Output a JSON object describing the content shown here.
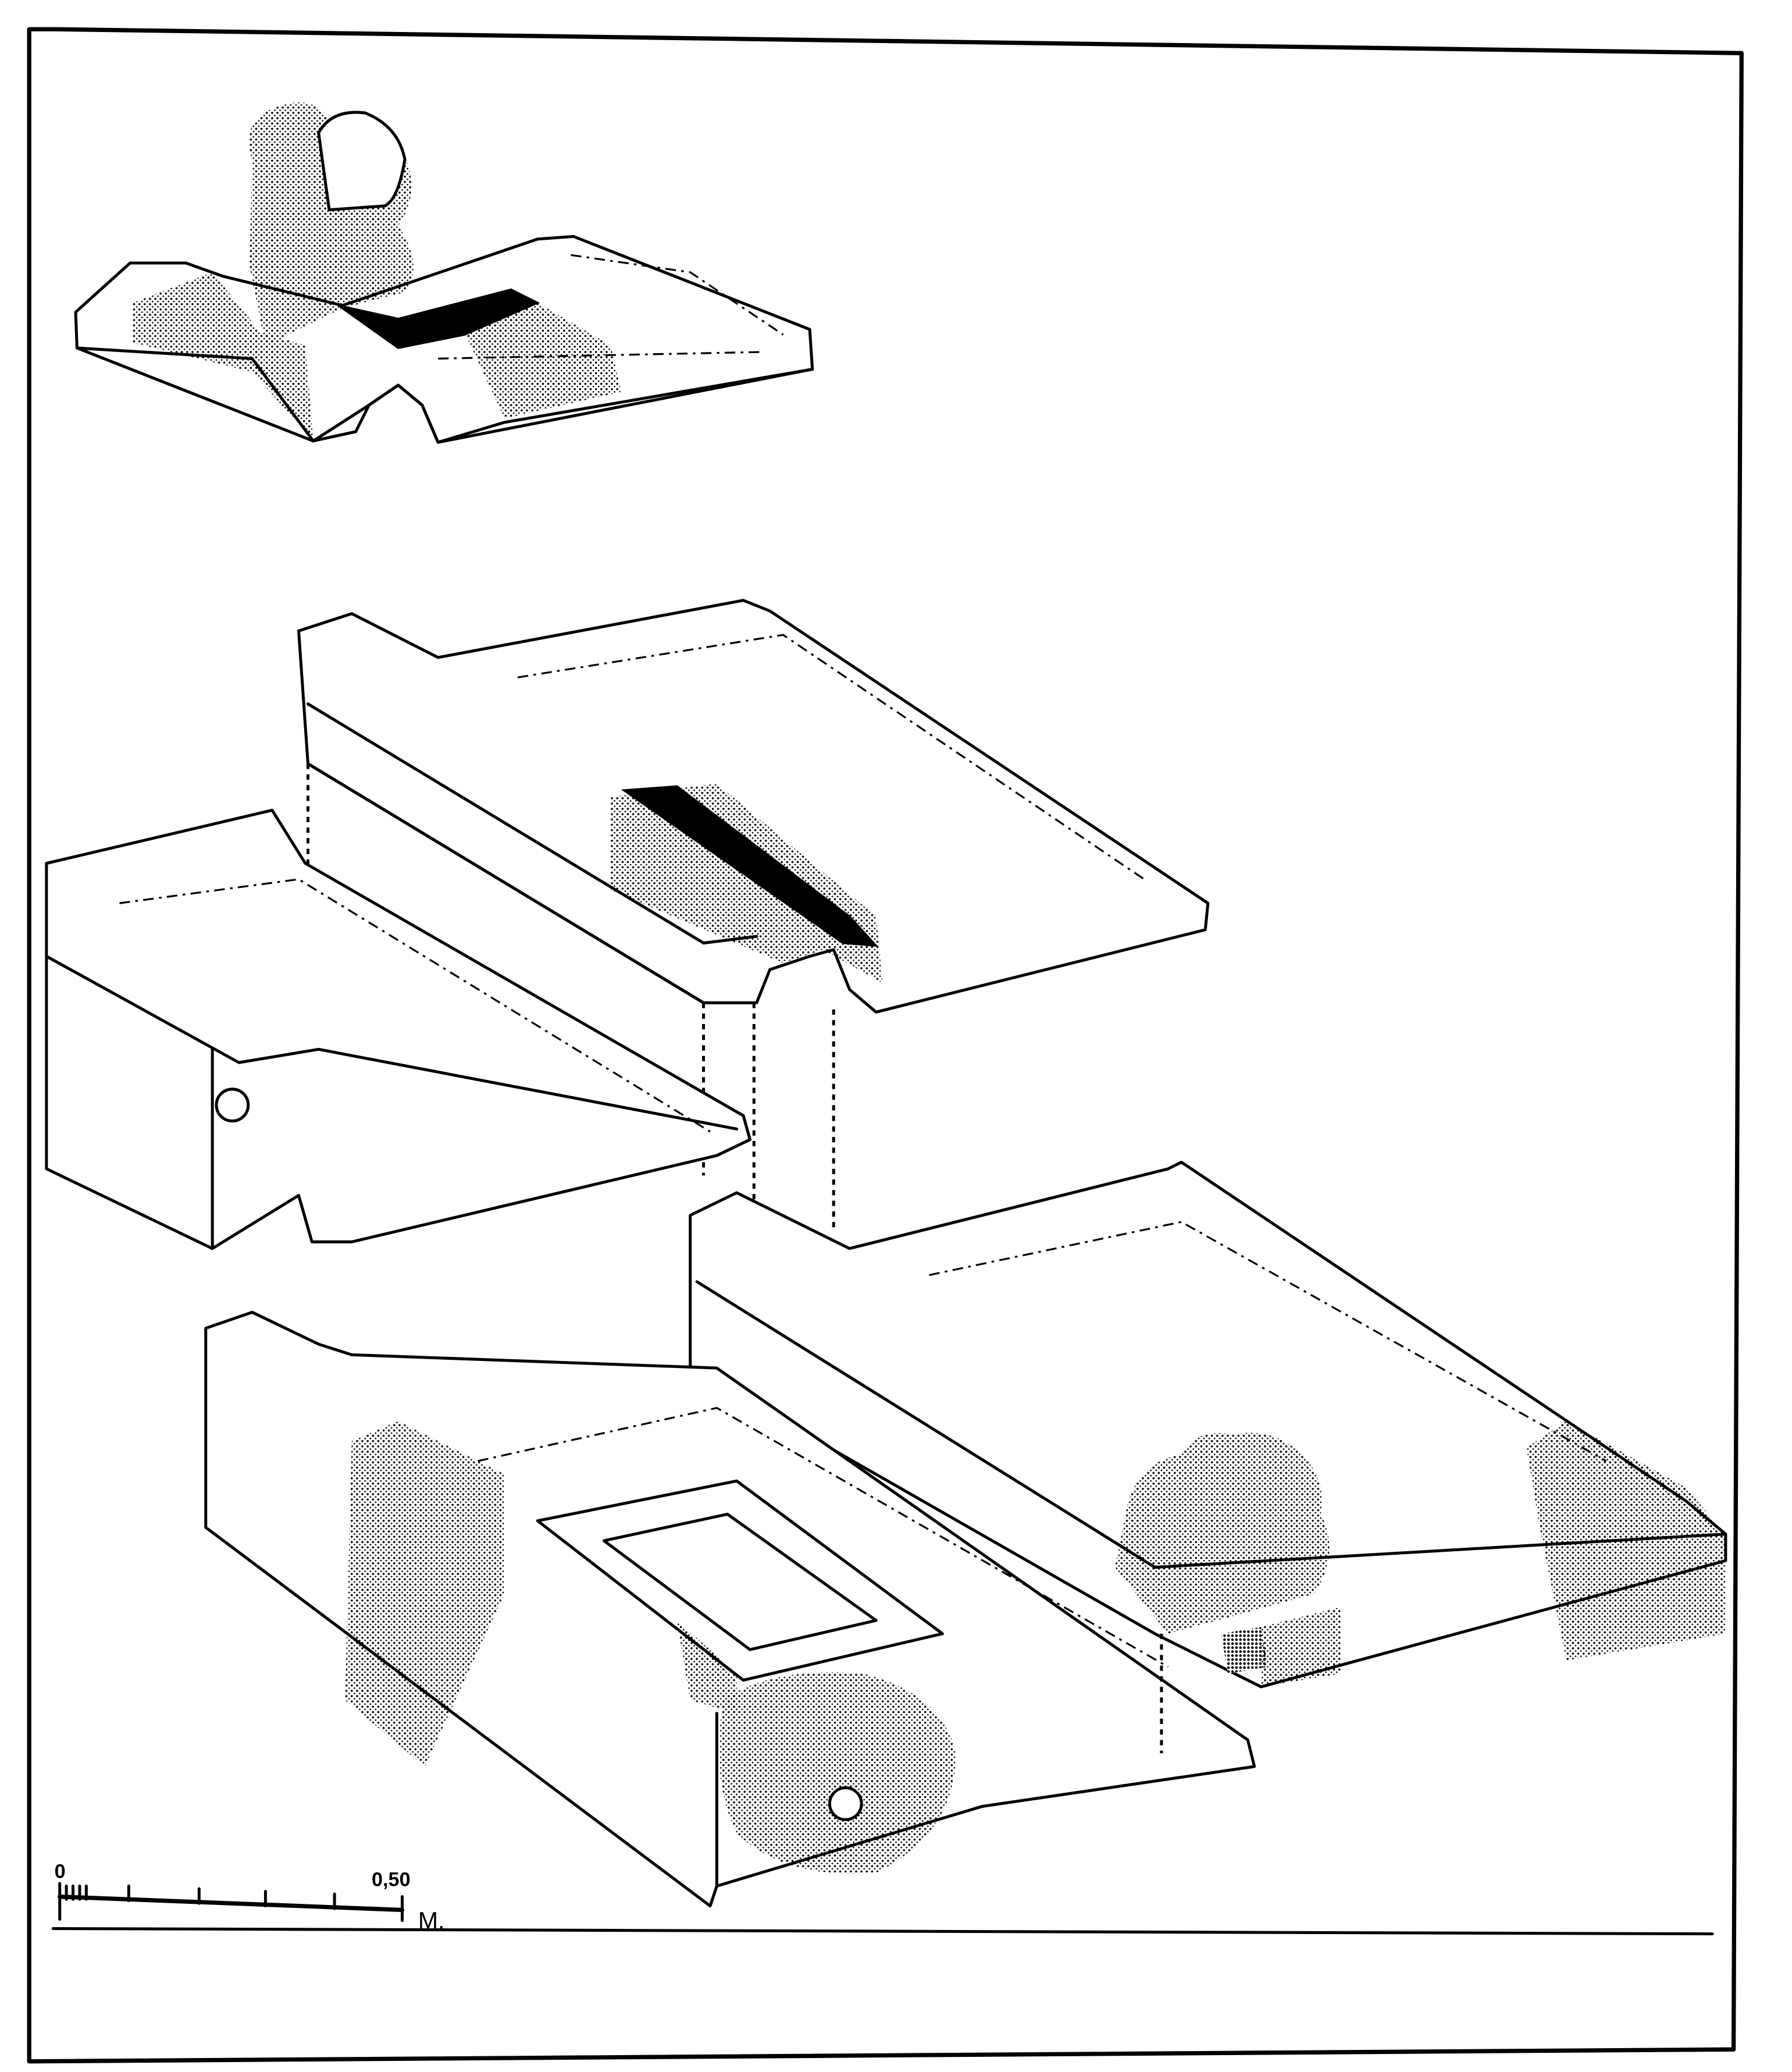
{
  "scale_bar": {
    "start_label": "0",
    "end_label": "0,50",
    "unit_label": "M."
  },
  "colors": {
    "ink": "#000000",
    "paper": "#ffffff"
  }
}
